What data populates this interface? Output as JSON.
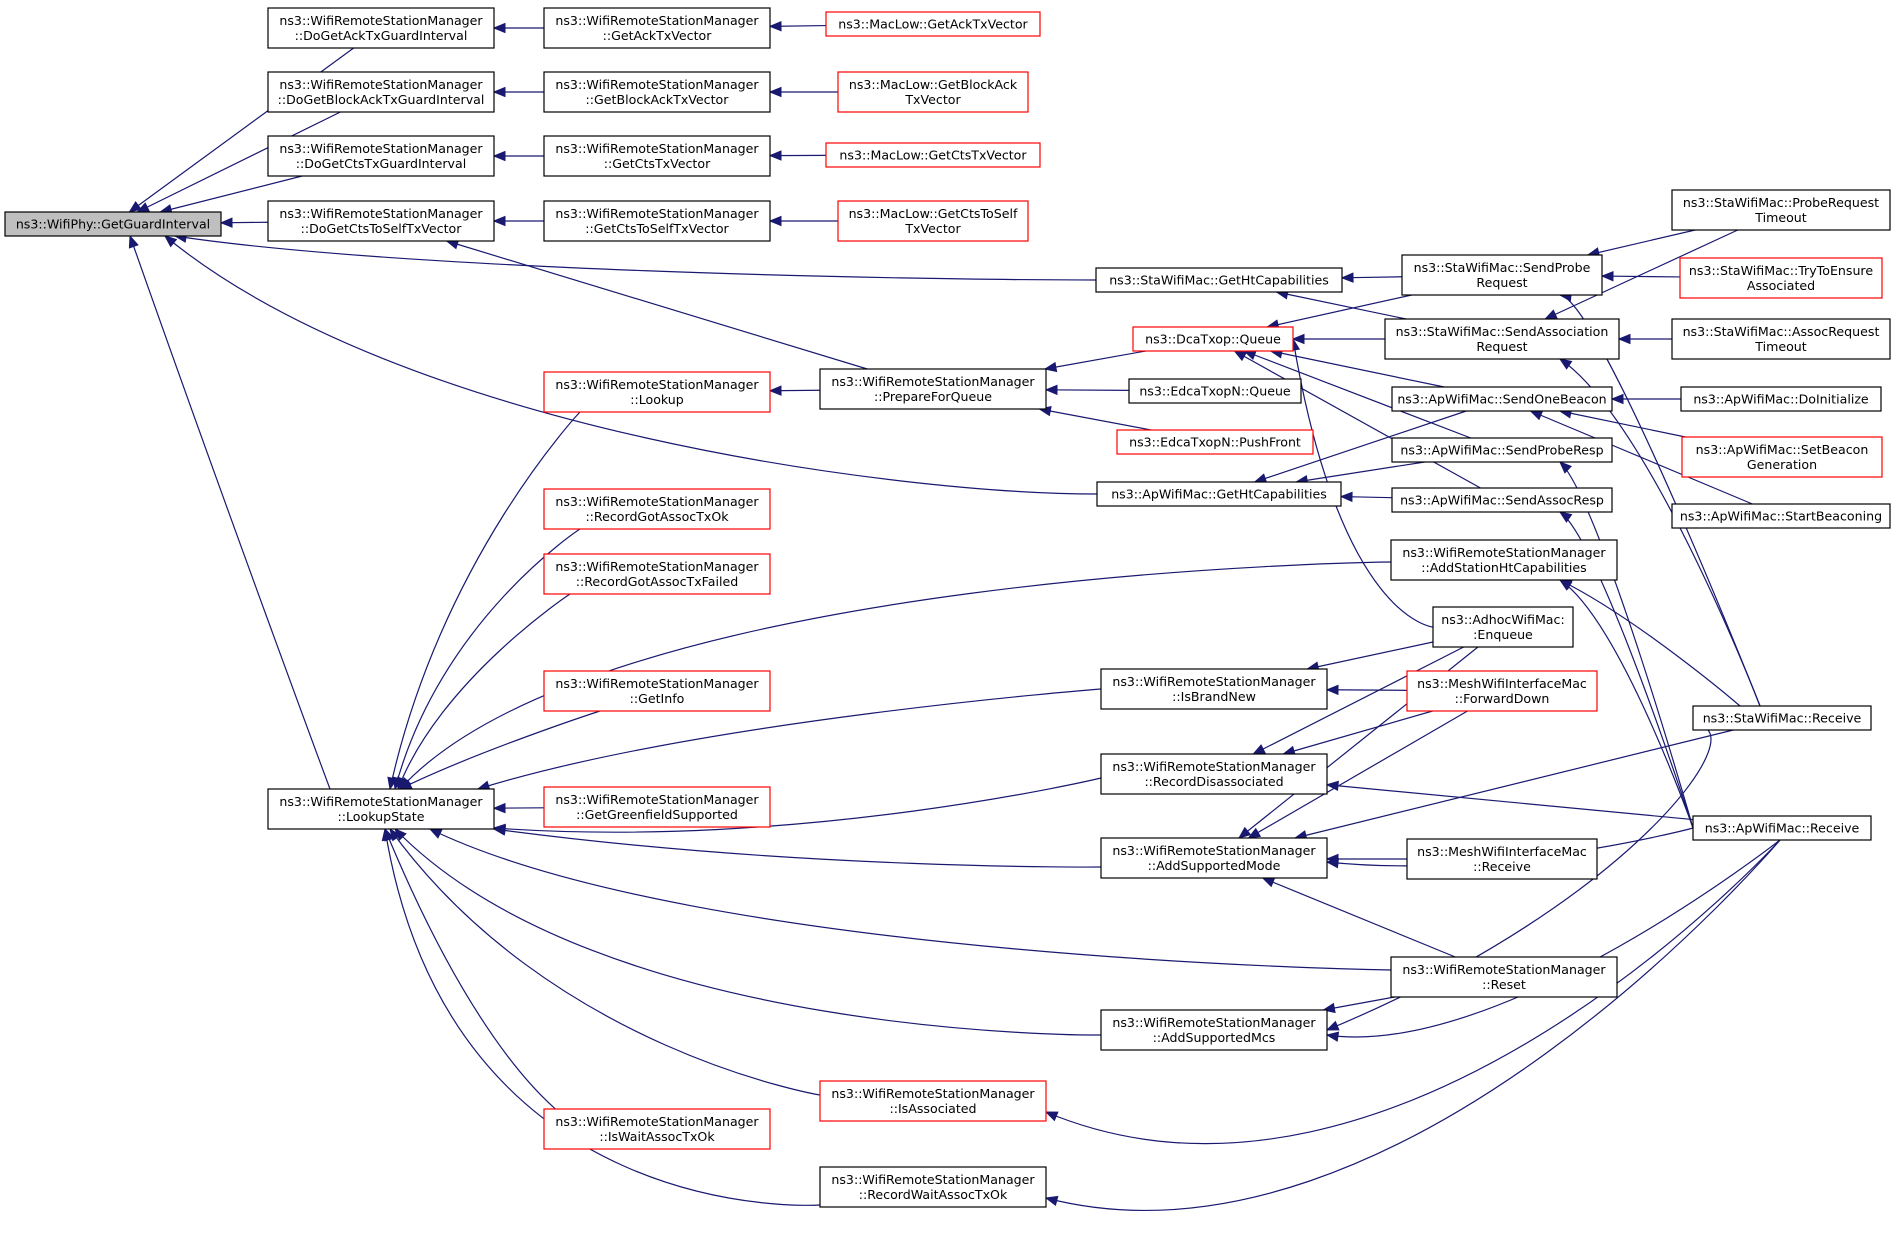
{
  "colors": {
    "edge": "#191970",
    "root_fill": "#bfbfbf",
    "normal_border": "#000000",
    "red_border": "#ff0000"
  },
  "nodes": [
    {
      "id": "root",
      "lines": [
        "ns3::WifiPhy::GetGuardInterval"
      ],
      "style": "root"
    },
    {
      "id": "dAck",
      "lines": [
        "ns3::WifiRemoteStationManager",
        "::DoGetAckTxGuardInterval"
      ],
      "style": "normal"
    },
    {
      "id": "dBlk",
      "lines": [
        "ns3::WifiRemoteStationManager",
        "::DoGetBlockAckTxGuardInterval"
      ],
      "style": "normal"
    },
    {
      "id": "dCts",
      "lines": [
        "ns3::WifiRemoteStationManager",
        "::DoGetCtsTxGuardInterval"
      ],
      "style": "normal"
    },
    {
      "id": "dCtsSelf",
      "lines": [
        "ns3::WifiRemoteStationManager",
        "::DoGetCtsToSelfTxVector"
      ],
      "style": "normal"
    },
    {
      "id": "gAck",
      "lines": [
        "ns3::WifiRemoteStationManager",
        "::GetAckTxVector"
      ],
      "style": "normal"
    },
    {
      "id": "gBlk",
      "lines": [
        "ns3::WifiRemoteStationManager",
        "::GetBlockAckTxVector"
      ],
      "style": "normal"
    },
    {
      "id": "gCts",
      "lines": [
        "ns3::WifiRemoteStationManager",
        "::GetCtsTxVector"
      ],
      "style": "normal"
    },
    {
      "id": "gCtsSelf",
      "lines": [
        "ns3::WifiRemoteStationManager",
        "::GetCtsToSelfTxVector"
      ],
      "style": "normal"
    },
    {
      "id": "mAck",
      "lines": [
        "ns3::MacLow::GetAckTxVector"
      ],
      "style": "red"
    },
    {
      "id": "mBlk",
      "lines": [
        "ns3::MacLow::GetBlockAck",
        "TxVector"
      ],
      "style": "red"
    },
    {
      "id": "mCts",
      "lines": [
        "ns3::MacLow::GetCtsTxVector"
      ],
      "style": "red"
    },
    {
      "id": "mCtsSelf",
      "lines": [
        "ns3::MacLow::GetCtsToSelf",
        "TxVector"
      ],
      "style": "red"
    },
    {
      "id": "staHt",
      "lines": [
        "ns3::StaWifiMac::GetHtCapabilities"
      ],
      "style": "normal"
    },
    {
      "id": "apHt",
      "lines": [
        "ns3::ApWifiMac::GetHtCapabilities"
      ],
      "style": "normal"
    },
    {
      "id": "lookup",
      "lines": [
        "ns3::WifiRemoteStationManager",
        "::Lookup"
      ],
      "style": "red"
    },
    {
      "id": "prep",
      "lines": [
        "ns3::WifiRemoteStationManager",
        "::PrepareForQueue"
      ],
      "style": "normal"
    },
    {
      "id": "dcaQ",
      "lines": [
        "ns3::DcaTxop::Queue"
      ],
      "style": "red"
    },
    {
      "id": "edcaQ",
      "lines": [
        "ns3::EdcaTxopN::Queue"
      ],
      "style": "normal"
    },
    {
      "id": "edcaPF",
      "lines": [
        "ns3::EdcaTxopN::PushFront"
      ],
      "style": "red"
    },
    {
      "id": "sendProbe",
      "lines": [
        "ns3::StaWifiMac::SendProbe",
        "Request"
      ],
      "style": "normal"
    },
    {
      "id": "sendAssoc",
      "lines": [
        "ns3::StaWifiMac::SendAssociation",
        "Request"
      ],
      "style": "normal"
    },
    {
      "id": "probeTO",
      "lines": [
        "ns3::StaWifiMac::ProbeRequest",
        "Timeout"
      ],
      "style": "normal"
    },
    {
      "id": "tryEns",
      "lines": [
        "ns3::StaWifiMac::TryToEnsure",
        "Associated"
      ],
      "style": "red"
    },
    {
      "id": "assocTO",
      "lines": [
        "ns3::StaWifiMac::AssocRequest",
        "Timeout"
      ],
      "style": "normal"
    },
    {
      "id": "sendBeacon",
      "lines": [
        "ns3::ApWifiMac::SendOneBeacon"
      ],
      "style": "normal"
    },
    {
      "id": "doInit",
      "lines": [
        "ns3::ApWifiMac::DoInitialize"
      ],
      "style": "normal"
    },
    {
      "id": "setBeacon",
      "lines": [
        "ns3::ApWifiMac::SetBeacon",
        "Generation"
      ],
      "style": "red"
    },
    {
      "id": "startBeacon",
      "lines": [
        "ns3::ApWifiMac::StartBeaconing"
      ],
      "style": "normal"
    },
    {
      "id": "sendPResp",
      "lines": [
        "ns3::ApWifiMac::SendProbeResp"
      ],
      "style": "normal"
    },
    {
      "id": "sendAResp",
      "lines": [
        "ns3::ApWifiMac::SendAssocResp"
      ],
      "style": "normal"
    },
    {
      "id": "addHt",
      "lines": [
        "ns3::WifiRemoteStationManager",
        "::AddStationHtCapabilities"
      ],
      "style": "normal"
    },
    {
      "id": "adhoc",
      "lines": [
        "ns3::AdhocWifiMac:",
        ":Enqueue"
      ],
      "style": "normal"
    },
    {
      "id": "meshFwd",
      "lines": [
        "ns3::MeshWifiInterfaceMac",
        "::ForwardDown"
      ],
      "style": "red"
    },
    {
      "id": "meshRecv",
      "lines": [
        "ns3::MeshWifiInterfaceMac",
        "::Receive"
      ],
      "style": "normal"
    },
    {
      "id": "staRecv",
      "lines": [
        "ns3::StaWifiMac::Receive"
      ],
      "style": "normal"
    },
    {
      "id": "apRecv",
      "lines": [
        "ns3::ApWifiMac::Receive"
      ],
      "style": "normal"
    },
    {
      "id": "recGotOk",
      "lines": [
        "ns3::WifiRemoteStationManager",
        "::RecordGotAssocTxOk"
      ],
      "style": "red"
    },
    {
      "id": "recGotFail",
      "lines": [
        "ns3::WifiRemoteStationManager",
        "::RecordGotAssocTxFailed"
      ],
      "style": "red"
    },
    {
      "id": "getInfo",
      "lines": [
        "ns3::WifiRemoteStationManager",
        "::GetInfo"
      ],
      "style": "red"
    },
    {
      "id": "lookupState",
      "lines": [
        "ns3::WifiRemoteStationManager",
        "::LookupState"
      ],
      "style": "normal"
    },
    {
      "id": "greenfield",
      "lines": [
        "ns3::WifiRemoteStationManager",
        "::GetGreenfieldSupported"
      ],
      "style": "red"
    },
    {
      "id": "isWait",
      "lines": [
        "ns3::WifiRemoteStationManager",
        "::IsWaitAssocTxOk"
      ],
      "style": "red"
    },
    {
      "id": "isBrand",
      "lines": [
        "ns3::WifiRemoteStationManager",
        "::IsBrandNew"
      ],
      "style": "normal"
    },
    {
      "id": "recDis",
      "lines": [
        "ns3::WifiRemoteStationManager",
        "::RecordDisassociated"
      ],
      "style": "normal"
    },
    {
      "id": "addMode",
      "lines": [
        "ns3::WifiRemoteStationManager",
        "::AddSupportedMode"
      ],
      "style": "normal"
    },
    {
      "id": "reset",
      "lines": [
        "ns3::WifiRemoteStationManager",
        "::Reset"
      ],
      "style": "normal"
    },
    {
      "id": "addMcs",
      "lines": [
        "ns3::WifiRemoteStationManager",
        "::AddSupportedMcs"
      ],
      "style": "normal"
    },
    {
      "id": "isAssoc",
      "lines": [
        "ns3::WifiRemoteStationManager",
        "::IsAssociated"
      ],
      "style": "red"
    },
    {
      "id": "recWait",
      "lines": [
        "ns3::WifiRemoteStationManager",
        "::RecordWaitAssocTxOk"
      ],
      "style": "normal"
    }
  ],
  "edges": [
    [
      "dAck",
      "root"
    ],
    [
      "dBlk",
      "root"
    ],
    [
      "dCts",
      "root"
    ],
    [
      "dCtsSelf",
      "root"
    ],
    [
      "staHt",
      "root"
    ],
    [
      "apHt",
      "root"
    ],
    [
      "lookupState",
      "root"
    ],
    [
      "gAck",
      "dAck"
    ],
    [
      "gBlk",
      "dBlk"
    ],
    [
      "gCts",
      "dCts"
    ],
    [
      "gCtsSelf",
      "dCtsSelf"
    ],
    [
      "mAck",
      "gAck"
    ],
    [
      "mBlk",
      "gBlk"
    ],
    [
      "mCts",
      "gCts"
    ],
    [
      "mCtsSelf",
      "gCtsSelf"
    ],
    [
      "prep",
      "dCtsSelf"
    ],
    [
      "prep",
      "lookup"
    ],
    [
      "dcaQ",
      "prep"
    ],
    [
      "edcaQ",
      "prep"
    ],
    [
      "edcaPF",
      "prep"
    ],
    [
      "sendProbe",
      "staHt"
    ],
    [
      "sendAssoc",
      "staHt"
    ],
    [
      "probeTO",
      "sendProbe"
    ],
    [
      "tryEns",
      "sendProbe"
    ],
    [
      "staRecv",
      "sendProbe"
    ],
    [
      "assocTO",
      "sendAssoc"
    ],
    [
      "probeTO",
      "sendAssoc"
    ],
    [
      "staRecv",
      "sendAssoc"
    ],
    [
      "sendProbe",
      "dcaQ"
    ],
    [
      "sendAssoc",
      "dcaQ"
    ],
    [
      "sendBeacon",
      "dcaQ"
    ],
    [
      "sendPResp",
      "dcaQ"
    ],
    [
      "sendAResp",
      "dcaQ"
    ],
    [
      "adhoc",
      "dcaQ"
    ],
    [
      "sendBeacon",
      "apHt"
    ],
    [
      "sendPResp",
      "apHt"
    ],
    [
      "sendAResp",
      "apHt"
    ],
    [
      "doInit",
      "sendBeacon"
    ],
    [
      "setBeacon",
      "sendBeacon"
    ],
    [
      "startBeacon",
      "sendBeacon"
    ],
    [
      "apRecv",
      "sendPResp"
    ],
    [
      "apRecv",
      "sendAResp"
    ],
    [
      "staRecv",
      "addHt"
    ],
    [
      "apRecv",
      "addHt"
    ],
    [
      "lookup",
      "lookupState"
    ],
    [
      "recGotOk",
      "lookupState"
    ],
    [
      "recGotFail",
      "lookupState"
    ],
    [
      "getInfo",
      "lookupState"
    ],
    [
      "greenfield",
      "lookupState"
    ],
    [
      "isWait",
      "lookupState"
    ],
    [
      "isBrand",
      "lookupState"
    ],
    [
      "recDis",
      "lookupState"
    ],
    [
      "addMode",
      "lookupState"
    ],
    [
      "reset",
      "lookupState"
    ],
    [
      "addMcs",
      "lookupState"
    ],
    [
      "isAssoc",
      "lookupState"
    ],
    [
      "recWait",
      "lookupState"
    ],
    [
      "addHt",
      "lookupState"
    ],
    [
      "adhoc",
      "isBrand"
    ],
    [
      "meshFwd",
      "isBrand"
    ],
    [
      "adhoc",
      "recDis"
    ],
    [
      "meshFwd",
      "recDis"
    ],
    [
      "apRecv",
      "recDis"
    ],
    [
      "adhoc",
      "addMode"
    ],
    [
      "meshFwd",
      "addMode"
    ],
    [
      "meshRecv",
      "addMode"
    ],
    [
      "staRecv",
      "addMode"
    ],
    [
      "apRecv",
      "addMode"
    ],
    [
      "reset",
      "addMode"
    ],
    [
      "reset",
      "addMcs"
    ],
    [
      "staRecv",
      "addMcs"
    ],
    [
      "apRecv",
      "addMcs"
    ],
    [
      "apRecv",
      "isAssoc"
    ],
    [
      "apRecv",
      "recWait"
    ]
  ]
}
